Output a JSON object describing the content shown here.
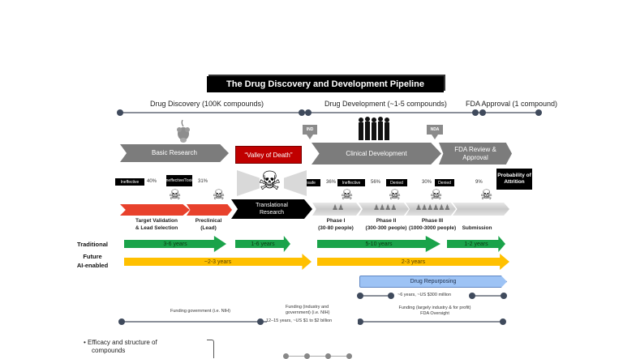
{
  "title": "The Drug Discovery and Development Pipeline",
  "sections": {
    "discovery": "Drug Discovery (100K compounds)",
    "development": "Drug Development (~1-5 compounds)",
    "approval": "FDA Approval (1 compound)"
  },
  "milestones": {
    "ind": "IND",
    "nda": "NDA"
  },
  "top_chevrons": {
    "basic_research": "Basic Research",
    "valley_of_death": "“Valley of Death”",
    "clinical_development": "Clinical Development",
    "fda_review": "FDA Review & Approval"
  },
  "attrition": {
    "header": "Probability of Attrition",
    "items": [
      {
        "tag": "Ineffective",
        "pct": "40%"
      },
      {
        "tag": "Ineffective/Toxic",
        "pct": "31%"
      },
      {
        "tag": "Unsafe",
        "pct": "36%"
      },
      {
        "tag": "Ineffective",
        "pct": "56%"
      },
      {
        "tag": "Denied",
        "pct": "30%"
      },
      {
        "tag": "",
        "pct": "9%"
      }
    ],
    "denied_label": "Denied"
  },
  "stages": [
    {
      "label": "Target Validation",
      "sub": "& Lead Selection"
    },
    {
      "label": "Preclinical",
      "sub": "(Lead)"
    },
    {
      "label": "Translational",
      "sub": "Research"
    },
    {
      "label": "Phase I",
      "sub": "(30-80 people)"
    },
    {
      "label": "Phase II",
      "sub": "(300-300 people)"
    },
    {
      "label": "Phase III",
      "sub": "(1000-3000 people)"
    },
    {
      "label": "Submission",
      "sub": ""
    }
  ],
  "timelines": {
    "traditional_label": "Traditional",
    "ai_label_1": "Future",
    "ai_label_2": "AI-enabled",
    "traditional": [
      "3-6 years",
      "1-6 years",
      "5-10 years",
      "1-2 years"
    ],
    "ai": [
      "~2-3 years",
      "2-3 years"
    ]
  },
  "repurposing": {
    "label": "Drug Repurposing",
    "note": "~6 years, ~US $300 million"
  },
  "funding": {
    "government": "Funding government (i.e. NIH)",
    "mixed_1": "Funding (industry and",
    "mixed_2": "government) (i.e. NIH)",
    "cost": "12–15 years, ~US $1 to $2 billion",
    "industry_1": "Funding (largely industry & for profit)",
    "industry_2": "FDA Oversight"
  },
  "bullets": {
    "item1_line1": "•  Efficacy and structure of",
    "item1_line2": "compounds"
  },
  "colors": {
    "green": "#1aa34a",
    "gold": "#ffc000",
    "blue": "#9dc3f5",
    "red": "#c00000",
    "chevron_red": "#e8412c",
    "gray": "#7c7c7c"
  }
}
